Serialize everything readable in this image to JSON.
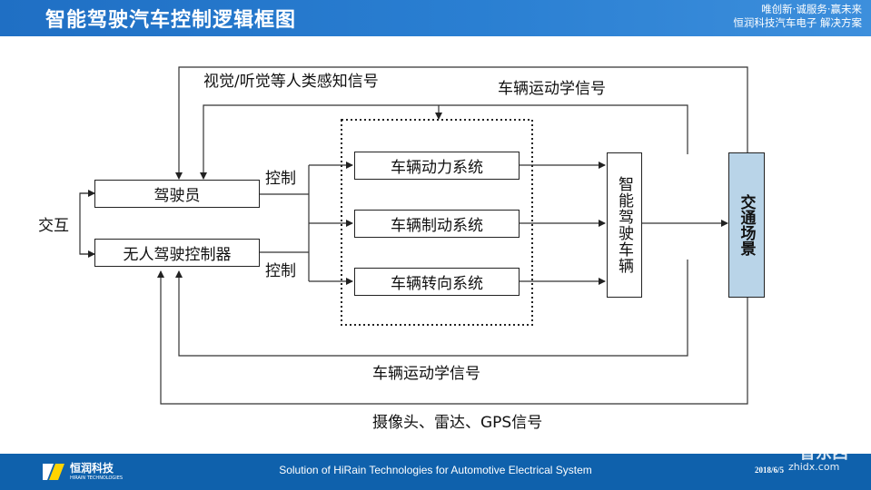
{
  "header": {
    "title": "智能驾驶汽车控制逻辑框图",
    "slogan_line1": "唯创新·诚服务·赢未来",
    "slogan_line2": "恒润科技汽车电子 解决方案"
  },
  "diagram": {
    "label_visual_audio": "视觉/听觉等人类感知信号",
    "label_kinematics_top": "车辆运动学信号",
    "label_interaction": "交互",
    "label_control_1": "控制",
    "label_control_2": "控制",
    "box_driver": "驾驶员",
    "box_autopilot": "无人驾驶控制器",
    "box_power": "车辆动力系统",
    "box_brake": "车辆制动系统",
    "box_steer": "车辆转向系统",
    "box_vehicle": "智能驾驶车辆",
    "box_scene": "交通场景",
    "label_kinematics_bottom": "车辆运动学信号",
    "label_sensors": "摄像头、雷达、GPS信号"
  },
  "footer": {
    "logo_cn": "恒润科技",
    "logo_en": "HIRAIN TECHNOLOGIES",
    "text": "Solution of HiRain Technologies for Automotive Electrical System",
    "date": "2018/6/5"
  },
  "colors": {
    "header_blue": "#2a7fd2",
    "footer_blue": "#0f61ac",
    "scene_fill": "#b9d4e8"
  },
  "watermark": {
    "text_cn": "智东西",
    "text_en": "zhidx.com"
  }
}
